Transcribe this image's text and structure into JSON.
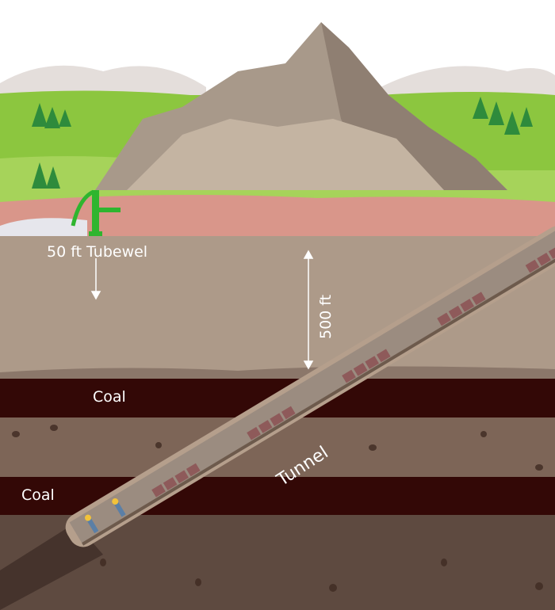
{
  "labels": {
    "tubewell": "50 ft Tubewel",
    "depth": "500 ft",
    "coal_upper": "Coal",
    "coal_lower": "Coal",
    "tunnel": "Tunnel"
  },
  "colors": {
    "sky": "#ffffff",
    "grass": "#8cc63f",
    "mountain": "#a8998a",
    "red_ground": "#d9968a",
    "topsoil": "#ad9a89",
    "coal": "#330806",
    "rock_mid": "#7d6557",
    "rock_deep": "#5e4a40",
    "tunnel": "#9b8c80",
    "pump": "#2fb52f"
  }
}
